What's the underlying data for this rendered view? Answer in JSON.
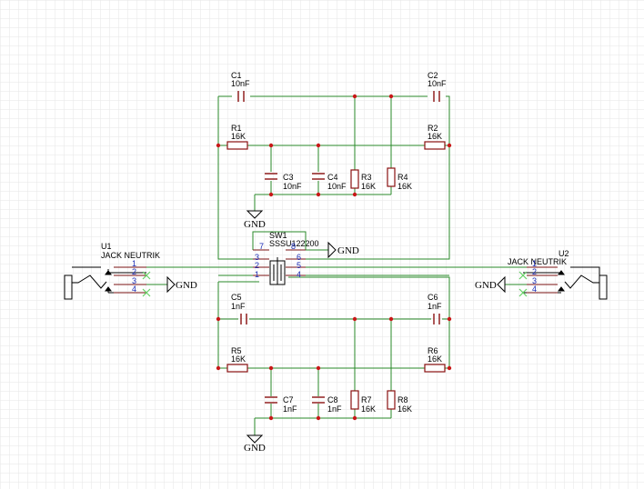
{
  "components": {
    "C1": {
      "ref": "C1",
      "value": "10nF"
    },
    "C2": {
      "ref": "C2",
      "value": "10nF"
    },
    "C3": {
      "ref": "C3",
      "value": "10nF"
    },
    "C4": {
      "ref": "C4",
      "value": "10nF"
    },
    "C5": {
      "ref": "C5",
      "value": "1nF"
    },
    "C6": {
      "ref": "C6",
      "value": "1nF"
    },
    "C7": {
      "ref": "C7",
      "value": "1nF"
    },
    "C8": {
      "ref": "C8",
      "value": "1nF"
    },
    "R1": {
      "ref": "R1",
      "value": "16K"
    },
    "R2": {
      "ref": "R2",
      "value": "16K"
    },
    "R3": {
      "ref": "R3",
      "value": "16K"
    },
    "R4": {
      "ref": "R4",
      "value": "16K"
    },
    "R5": {
      "ref": "R5",
      "value": "16K"
    },
    "R6": {
      "ref": "R6",
      "value": "16K"
    },
    "R7": {
      "ref": "R7",
      "value": "16K"
    },
    "R8": {
      "ref": "R8",
      "value": "16K"
    },
    "SW1": {
      "ref": "SW1",
      "value": "SSSU122200",
      "pins": [
        "7",
        "3",
        "2",
        "1",
        "8",
        "6",
        "5",
        "4"
      ]
    },
    "U1": {
      "ref": "U1",
      "value": "JACK NEUTRIK",
      "pins": [
        "1",
        "2",
        "3",
        "4"
      ]
    },
    "U2": {
      "ref": "U2",
      "value": "JACK NEUTRIK",
      "pins": [
        "1",
        "2",
        "3",
        "4"
      ]
    }
  },
  "gnd_label": "GND",
  "colors": {
    "wire": "#2a8a2a",
    "component": "#8a1010",
    "junction": "#c81818",
    "pin_number": "#1a2bb5",
    "grid": "#e6e6e6"
  }
}
